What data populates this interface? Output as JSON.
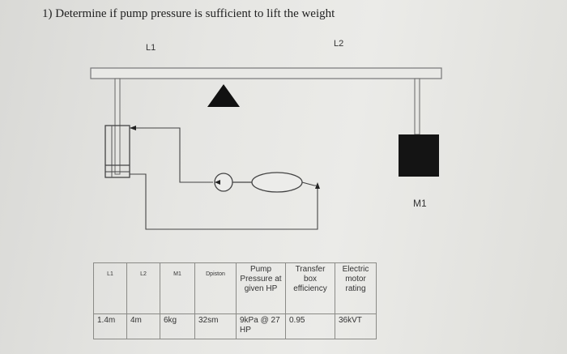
{
  "question": {
    "title": "1) Determine if pump pressure is sufficient to lift the weight"
  },
  "diagram": {
    "label_l1": "L1",
    "label_l2": "L2",
    "label_m1": "M1"
  },
  "table": {
    "headers": [
      "L1",
      "L2",
      "M1",
      "Dpiston",
      "Pump Pressure at given HP",
      "Transfer box efficiency",
      "Electric motor rating"
    ],
    "values": [
      "1.4m",
      "4m",
      "6kg",
      "32sm",
      "9kPa @ 27 HP",
      "0.95",
      "36kVT"
    ]
  }
}
